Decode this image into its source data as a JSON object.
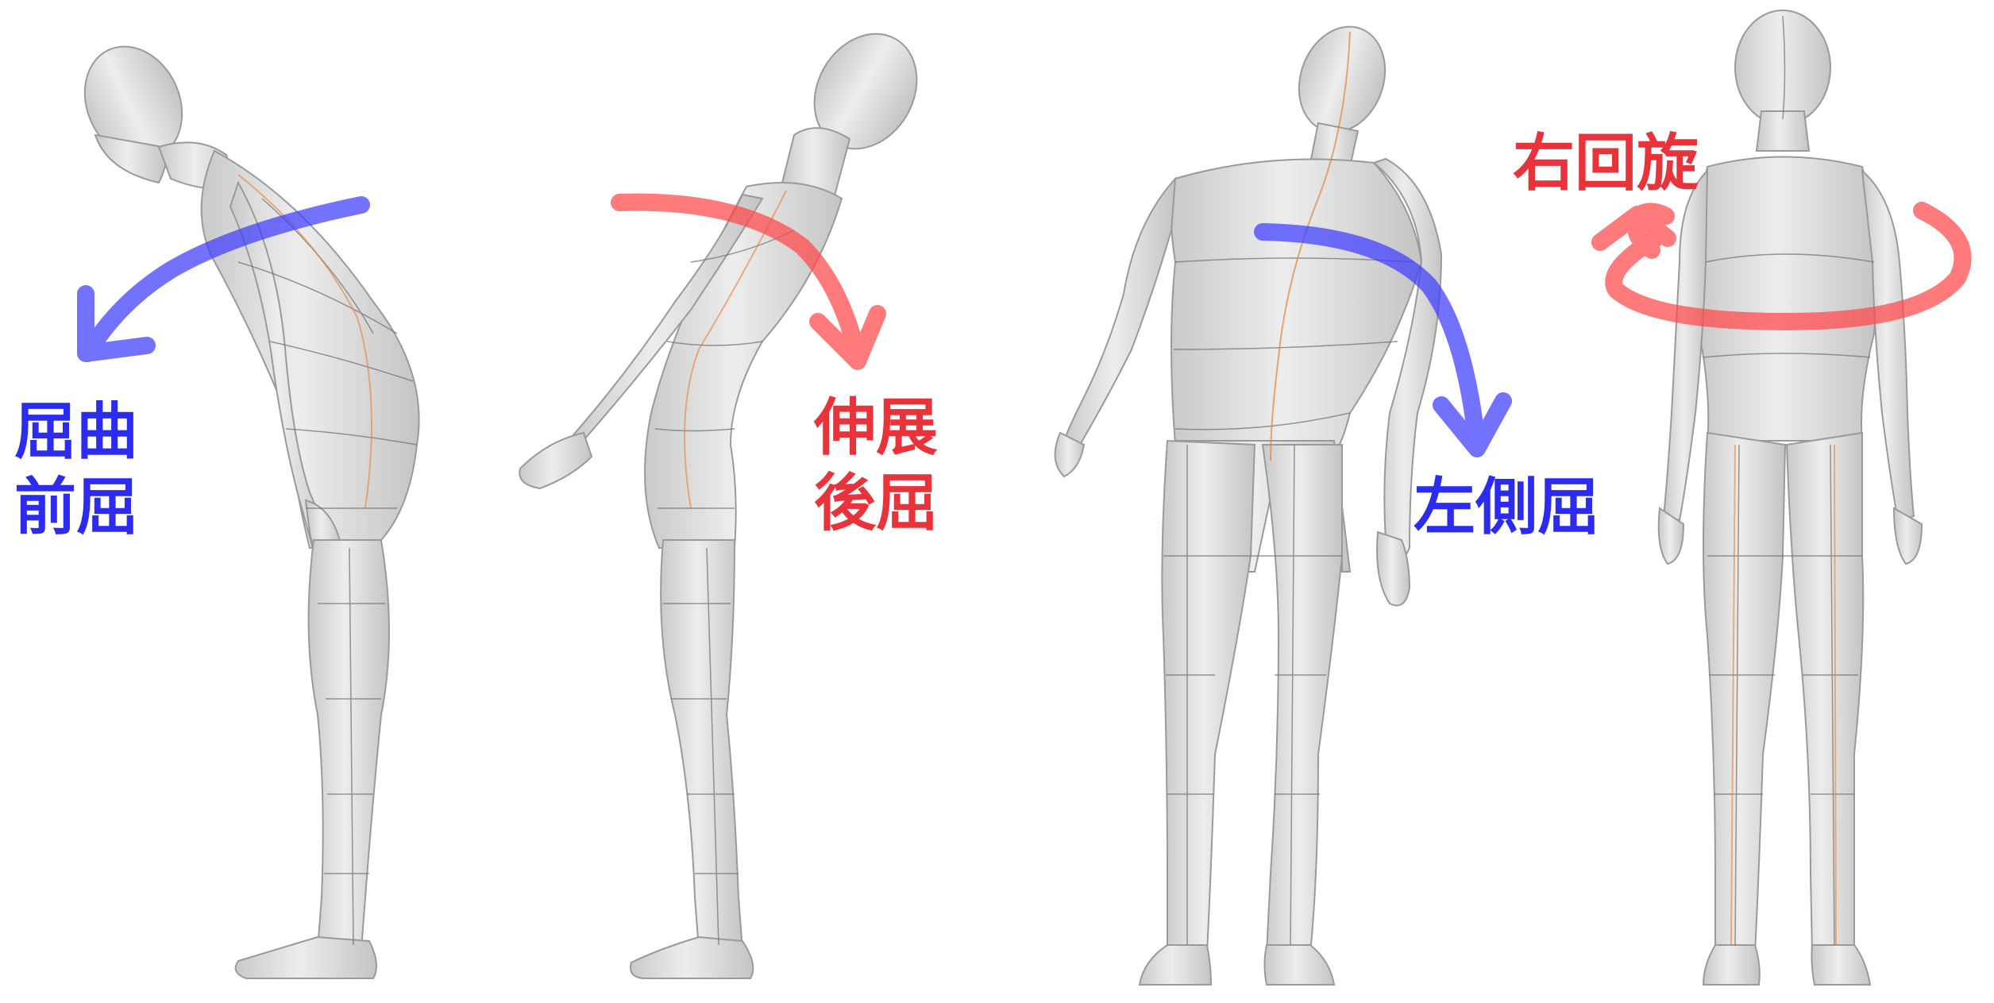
{
  "colors": {
    "background": "#ffffff",
    "blue_label": "#2c2cf0",
    "red_label": "#e8333a",
    "blue_arrow": "#3d3dff",
    "red_arrow": "#ff4848",
    "body_fill": "#dedede",
    "body_stroke": "#9a9a9a",
    "mesh_line": "#6e6e6e",
    "spine_line": "#e8823a"
  },
  "figures": [
    {
      "pose": "forward-bend",
      "labels": [
        {
          "text": "屈曲",
          "color": "blue"
        },
        {
          "text": "前屈",
          "color": "blue"
        }
      ],
      "arrow_color": "blue",
      "icon": "curved-arrow-down-left-icon"
    },
    {
      "pose": "backward-bend",
      "labels": [
        {
          "text": "伸展",
          "color": "red"
        },
        {
          "text": "後屈",
          "color": "red"
        }
      ],
      "arrow_color": "red",
      "icon": "curved-arrow-down-right-icon"
    },
    {
      "pose": "left-side-bend",
      "labels": [
        {
          "text": "左側屈",
          "color": "blue"
        }
      ],
      "arrow_color": "blue",
      "icon": "curved-arrow-down-icon"
    },
    {
      "pose": "right-rotation",
      "labels": [
        {
          "text": "右回旋",
          "color": "red"
        }
      ],
      "arrow_color": "red",
      "icon": "rotation-ring-arrow-icon"
    }
  ]
}
